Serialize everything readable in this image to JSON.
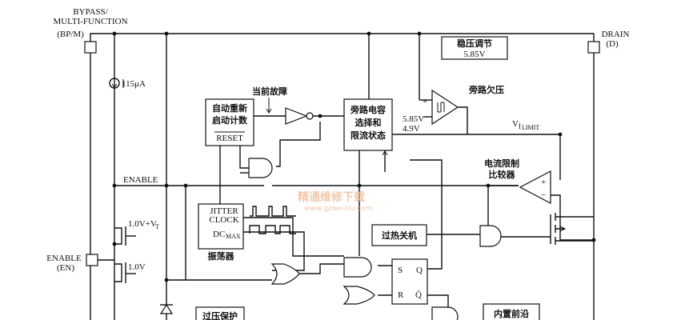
{
  "pins": {
    "bypass_line1": "BYPASS/",
    "bypass_line2": "MULTI-FUNCTION",
    "bypass_line3": "(BP/M)",
    "drain_line1": "DRAIN",
    "drain_line2": "(D)",
    "enable_line1": "ENABLE",
    "enable_line2": "(EN)"
  },
  "blocks": {
    "regulator_line1": "稳压调节",
    "regulator_line2": "5.85V",
    "auto_restart_line1": "自动重新",
    "auto_restart_line2": "启动计数",
    "auto_restart_reset": "RESET",
    "bypass_cap_line1": "旁路电容",
    "bypass_cap_line2": "选择和",
    "bypass_cap_line3": "限流状态",
    "oscillator_jitter": "JITTER",
    "oscillator_clock": "CLOCK",
    "oscillator_dc": "DC",
    "oscillator_dc_sub": "MAX",
    "oscillator_name": "振荡器",
    "thermal": "过热关机",
    "leading_edge": "内置前沿",
    "overvoltage": "过压保护",
    "sr_s": "S",
    "sr_q": "Q",
    "sr_r": "R",
    "sr_qbar": "Q̄"
  },
  "labels": {
    "current_source": "115μA",
    "current_fault": "当前故障",
    "bypass_uv": "旁路欠压",
    "uv_v1": "5.85V",
    "uv_v2": "4.9V",
    "vilimit_main": "V",
    "vilimit_sub1": "I",
    "vilimit_sub2": "LIMIT",
    "comparator_line1": "电流限制",
    "comparator_line2": "比较器",
    "enable_net": "ENABLE",
    "vt_label_main": "1.0V+V",
    "vt_label_sub": "T",
    "v1_label": "1.0V",
    "watermark_cn": "精通维修下载",
    "watermark_url": "www.gzweixiu.com"
  },
  "colors": {
    "ink": "#111111",
    "watermark": "#f2c9ad"
  }
}
